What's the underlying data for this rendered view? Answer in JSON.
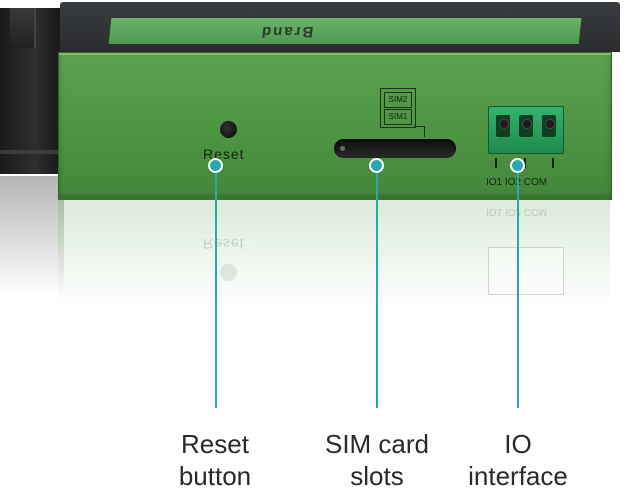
{
  "device": {
    "brand_label": "Brand",
    "reset_label": "Reset",
    "sim_labels": [
      "SIM2",
      "SIM1"
    ],
    "io_port_labels": "IO1  IO2  COM",
    "body_color": "#4c9342",
    "connector_color": "#1e8a4d"
  },
  "callouts": [
    {
      "line1": "Reset",
      "line2": "button"
    },
    {
      "line1": "SIM card",
      "line2": "slots"
    },
    {
      "line1": "IO",
      "line2": "interface"
    }
  ],
  "colors": {
    "accent": "#29a8b3",
    "text": "#2a2a2a"
  }
}
